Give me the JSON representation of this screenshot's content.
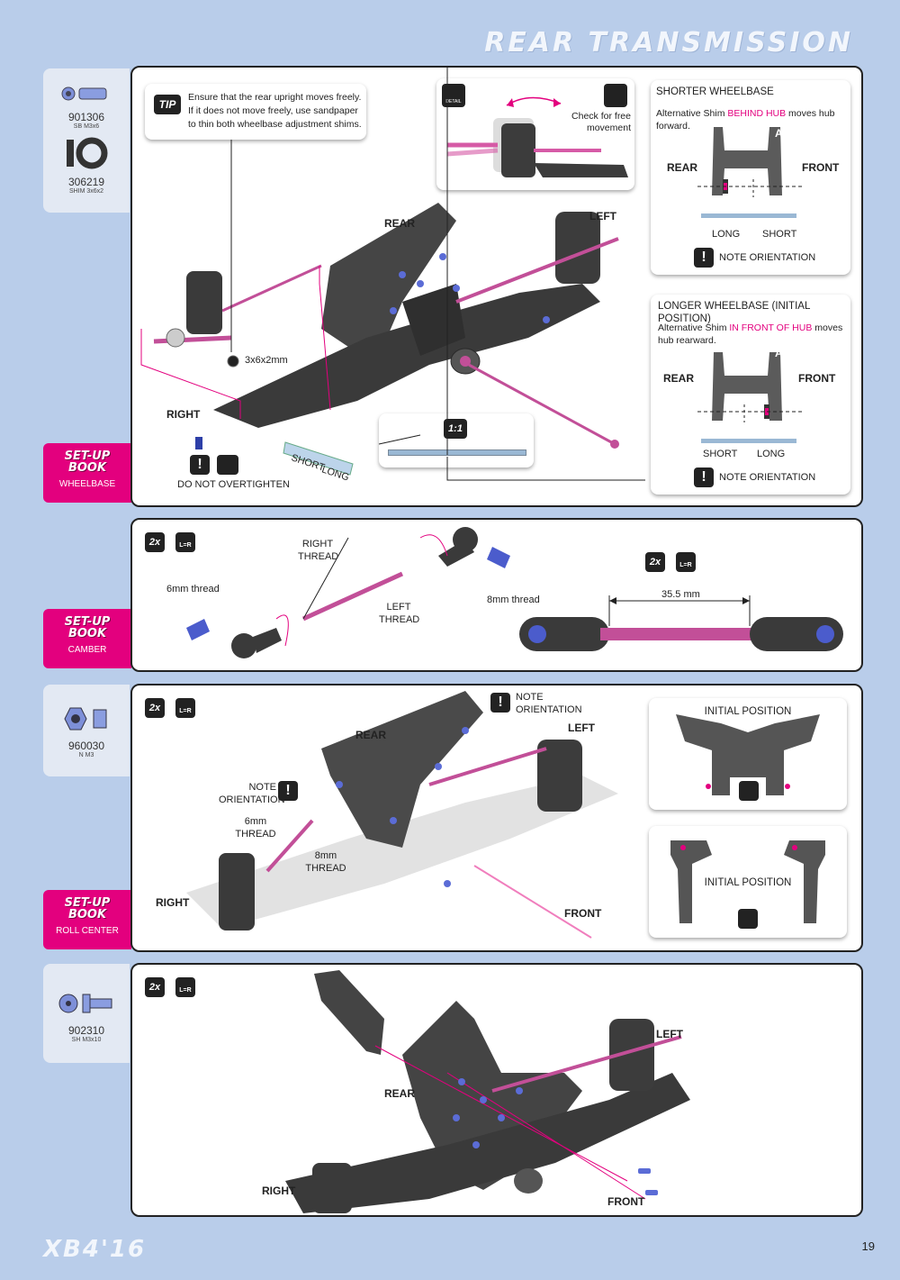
{
  "header": {
    "title": "REAR TRANSMISSION"
  },
  "footer": {
    "logo": "XB4'16",
    "page": "19"
  },
  "parts": [
    {
      "code": "901306",
      "desc": "SB M3x6"
    },
    {
      "code": "306219",
      "desc": "SHIM 3x6x2"
    },
    {
      "code": "960030",
      "desc": "N M3"
    },
    {
      "code": "902310",
      "desc": "SH M3x10"
    }
  ],
  "setup_book": {
    "title_line1": "SET-UP",
    "title_line2": "BOOK",
    "wheelbase": "WHEELBASE",
    "camber": "CAMBER",
    "roll_center": "ROLL CENTER"
  },
  "step1": {
    "tip_badge": "TIP",
    "tip_text": "Ensure that the rear upright moves freely. If it does not move freely, use sandpaper to thin both wheelbase adjustment shims.",
    "detail_label": "DETAIL",
    "check_text": "Check for free movement",
    "shim_label": "3x6x2mm",
    "rear": "REAR",
    "left": "LEFT",
    "right": "RIGHT",
    "short": "SHORT",
    "long": "LONG",
    "scale": "1:1",
    "do_not_overtighten": "DO NOT OVERTIGHTEN",
    "shorter": {
      "title": "SHORTER WHEELBASE",
      "text_pre": "Alternative Shim ",
      "highlight": "BEHIND HUB",
      "text_post": " moves hub forward.",
      "arm": "ARM",
      "rear": "REAR",
      "front": "FRONT",
      "long": "LONG",
      "short": "SHORT",
      "note": "NOTE ORIENTATION"
    },
    "longer": {
      "title": "LONGER WHEELBASE (INITIAL POSITION)",
      "text_pre": "Alternative Shim ",
      "highlight": "IN FRONT OF HUB",
      "text_post": " moves hub rearward.",
      "arm": "ARM",
      "rear": "REAR",
      "front": "FRONT",
      "short": "SHORT",
      "long": "LONG",
      "note": "NOTE ORIENTATION"
    }
  },
  "step2": {
    "qty": "2x",
    "lr": "L=R",
    "right_thread": "RIGHT THREAD",
    "left_thread": "LEFT THREAD",
    "thread6": "6mm thread",
    "thread8": "8mm thread",
    "qty2": "2x",
    "dimension": "35.5 mm"
  },
  "step3": {
    "qty": "2x",
    "lr": "L=R",
    "note1": "NOTE ORIENTATION",
    "note2": "NOTE ORIENTATION",
    "rear": "REAR",
    "left": "LEFT",
    "right": "RIGHT",
    "front": "FRONT",
    "thread6": "6mm THREAD",
    "thread8": "8mm THREAD",
    "initial1": "INITIAL POSITION",
    "initial2": "INITIAL POSITION"
  },
  "step4": {
    "qty": "2x",
    "lr": "L=R",
    "left": "LEFT",
    "rear": "REAR",
    "right": "RIGHT",
    "front": "FRONT"
  },
  "colors": {
    "accent": "#e3007e",
    "background": "#b9cdea",
    "card": "#e3e9f3",
    "screw": "#5566cc"
  }
}
